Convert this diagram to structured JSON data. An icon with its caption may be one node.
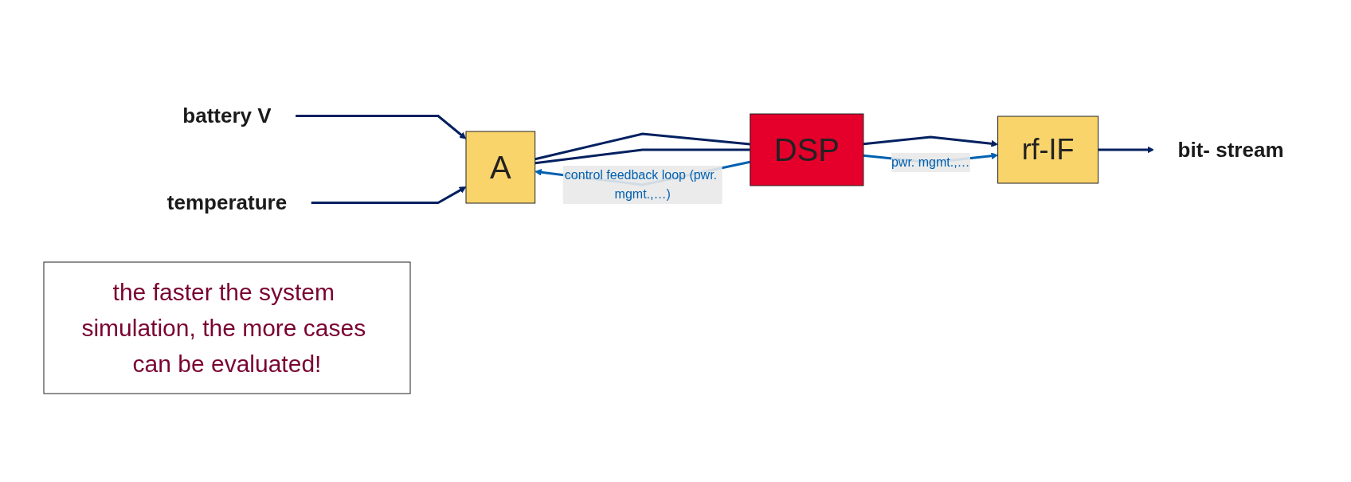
{
  "diagram": {
    "nodes": [
      {
        "text": [
          "A"
        ]
      },
      {
        "text": [
          "battery V"
        ]
      },
      {
        "text": [
          "temperature"
        ]
      },
      {
        "text": [
          "the faster the system simulation, the more cases can be evaluated!"
        ]
      },
      {
        "text": [
          "DSP"
        ]
      },
      {
        "text": [
          "rf-IF"
        ]
      },
      {
        "text": [
          "bit- stream"
        ]
      }
    ],
    "edges": [
      {
        "from": 1,
        "to": 0,
        "arrow": "to"
      },
      {
        "from": 2,
        "to": 0,
        "arrow": "to"
      },
      {
        "from": 0,
        "to": 4,
        "arrow": "none"
      },
      {
        "from": 0,
        "to": 4,
        "arrow": "none"
      },
      {
        "from": 4,
        "to": 5,
        "arrow": "to"
      },
      {
        "from": 5,
        "to": 6,
        "arrow": "to"
      },
      {
        "from": 4,
        "to": 0,
        "arrow": "to",
        "label": "control feedback loop (pwr. mgmt.,…)",
        "color": "#0060b0"
      },
      {
        "from": 4,
        "to": 5,
        "arrow": "to",
        "label": "pwr. mgmt.,…",
        "color": "#0060b0"
      }
    ]
  }
}
